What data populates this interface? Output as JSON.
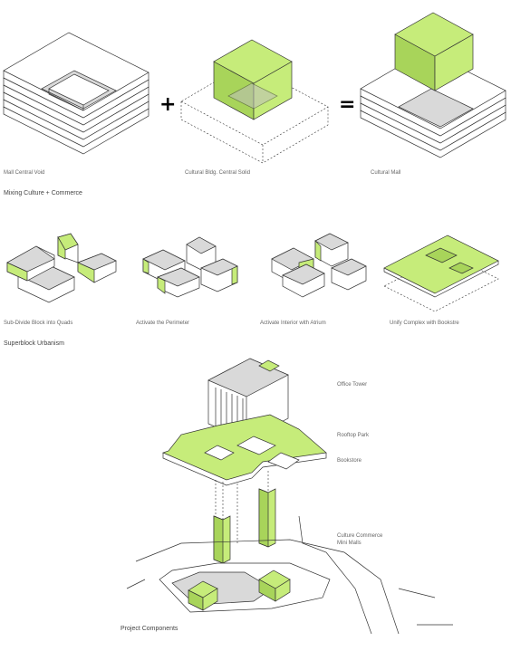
{
  "row1": {
    "captions": [
      "Mall Central Void",
      "Cultural Bldg. Central Solid",
      "Cultural Mall"
    ],
    "operators": [
      "+",
      "="
    ]
  },
  "section1_title": "Mixing Culture + Commerce",
  "row2": {
    "captions": [
      "Sub-Divide Block into Quads",
      "Activate the Perimeter",
      "Activate Interior with Atrium",
      "Unify Complex with Bookstre"
    ]
  },
  "section2_title": "Superblock Urbanism",
  "components": {
    "labels": [
      "Office Tower",
      "Rooftop Park",
      "Bookstore",
      "Culture Commerce",
      "Mini Malls"
    ]
  },
  "section3_title": "Project Components",
  "colors": {
    "accent_green": "#c6ec7a",
    "line": "#333333"
  }
}
